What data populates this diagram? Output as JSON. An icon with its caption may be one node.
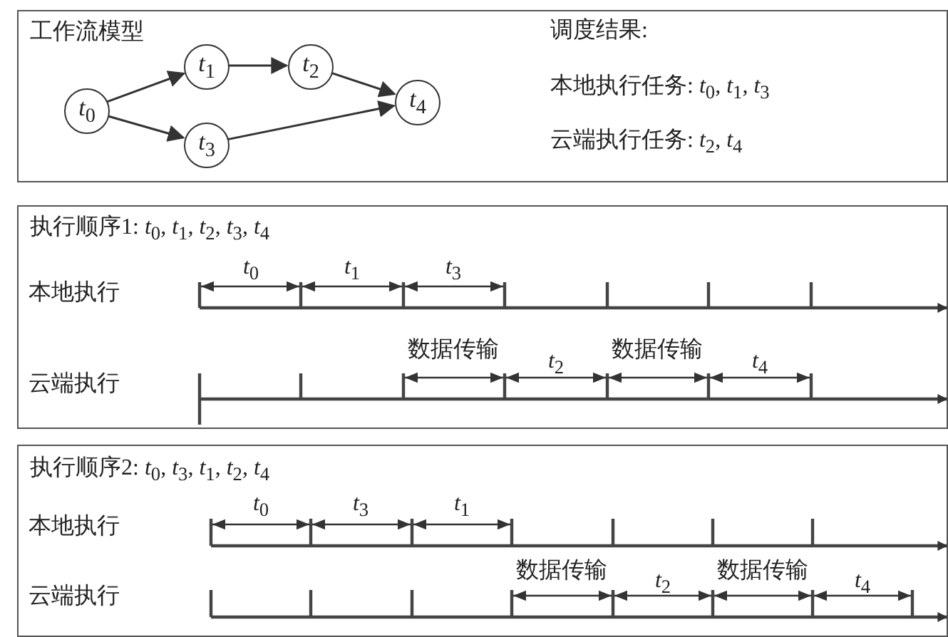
{
  "diagram": {
    "nodes": [
      {
        "text": [
          "工作流模型",
          "调度结果:",
          "本地执行任务: *t*$_{0}$, *t*$_{1}$, *t*$_{3}$",
          "云端执行任务: *t*$_{2}$, *t*$_{4}$"
        ]
      },
      {
        "text": [
          "*t*$_{0}$"
        ],
        "in": 0
      },
      {
        "text": [
          "*t*$_{1}$"
        ],
        "in": 0
      },
      {
        "text": [
          "*t*$_{2}$"
        ],
        "in": 0
      },
      {
        "text": [
          "*t*$_{3}$"
        ],
        "in": 0
      },
      {
        "text": [
          "*t*$_{4}$"
        ],
        "in": 0
      },
      {
        "text": [
          "执行顺序1: *t*$_{0}$, *t*$_{1}$, *t*$_{2}$, *t*$_{3}$, *t*$_{4}$"
        ]
      },
      {
        "text": [
          "执行顺序2: *t*$_{0}$, *t*$_{3}$, *t*$_{1}$, *t*$_{2}$, *t*$_{4}$"
        ]
      }
    ],
    "edges": [
      {
        "from": 1,
        "to": 2,
        "arrow": "to"
      },
      {
        "from": 1,
        "to": 4,
        "arrow": "to"
      },
      {
        "from": 2,
        "to": 3,
        "arrow": "to"
      },
      {
        "from": 3,
        "to": 5,
        "arrow": "to"
      },
      {
        "from": 4,
        "to": 5,
        "arrow": "to"
      }
    ],
    "labels": [
      "本地执行",
      "*t*$_{0}$",
      "*t*$_{1}$",
      "*t*$_{3}$",
      "数据传输",
      "*t*$_{2}$",
      "数据传输",
      "*t*$_{4}$",
      "云端执行",
      "本地执行",
      "*t*$_{0}$",
      "*t*$_{3}$",
      "*t*$_{1}$",
      "数据传输",
      "*t*$_{2}$",
      "数据传输",
      "*t*$_{4}$",
      "云端执行"
    ]
  }
}
